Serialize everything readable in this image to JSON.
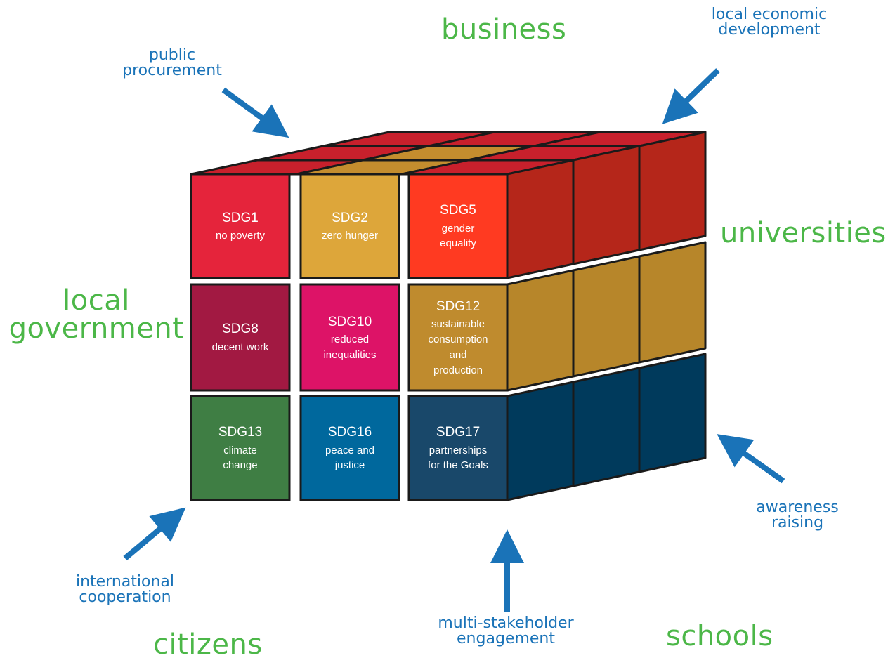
{
  "stakeholders": {
    "business": "business",
    "universities": "universities",
    "local_government": [
      "local",
      "government"
    ],
    "citizens": "citizens",
    "schools": "schools"
  },
  "actions": {
    "public_procurement": [
      "public",
      "procurement"
    ],
    "local_economic_development": [
      "local economic",
      "development"
    ],
    "awareness_raising": [
      "awareness",
      "raising"
    ],
    "international_cooperation": [
      "international",
      "cooperation"
    ],
    "multi_stakeholder_engagement": [
      "multi-stakeholder",
      "engagement"
    ]
  },
  "sdgs": [
    {
      "code": "SDG1",
      "lines": [
        "no poverty"
      ],
      "color": "#e5243b"
    },
    {
      "code": "SDG2",
      "lines": [
        "zero hunger"
      ],
      "color": "#dda63a"
    },
    {
      "code": "SDG5",
      "lines": [
        "gender",
        "equality"
      ],
      "color": "#ff3a21"
    },
    {
      "code": "SDG8",
      "lines": [
        "decent work"
      ],
      "color": "#a21942"
    },
    {
      "code": "SDG10",
      "lines": [
        "reduced",
        "inequalities"
      ],
      "color": "#dd1367"
    },
    {
      "code": "SDG12",
      "lines": [
        "sustainable",
        "consumption",
        "and",
        "production"
      ],
      "color": "#bf8b2e"
    },
    {
      "code": "SDG13",
      "lines": [
        "climate",
        "change"
      ],
      "color": "#3f7e44"
    },
    {
      "code": "SDG16",
      "lines": [
        "peace and",
        "justice"
      ],
      "color": "#00689d"
    },
    {
      "code": "SDG17",
      "lines": [
        "partnerships",
        "for the Goals"
      ],
      "color": "#19486a"
    }
  ],
  "colors": {
    "stakeholder_text": "#4cb748",
    "action_text": "#1a73b8",
    "arrow": "#1a73b8",
    "side_top_row": "#b5261a",
    "side_middle_row": "#b7862a",
    "side_bottom_row": "#003a5c",
    "top_face_red": "#c8202c",
    "top_face_gold": "#c48d2e"
  },
  "icons": [
    "arrow-icon"
  ]
}
